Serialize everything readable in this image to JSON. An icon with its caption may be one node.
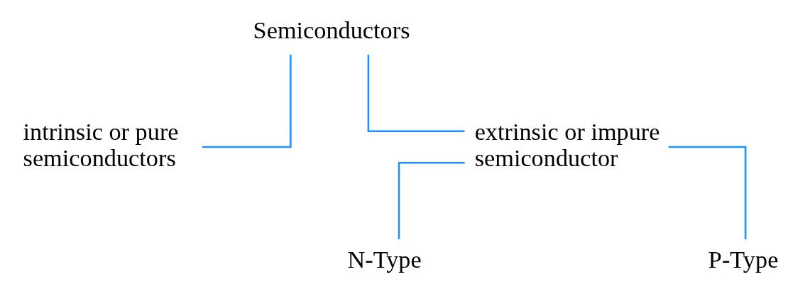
{
  "diagram": {
    "nodes": [
      {
        "text": [
          "Semiconductors"
        ]
      },
      {
        "text": [
          "intrinsic or pure semiconductors"
        ]
      },
      {
        "text": [
          "extrinsic or impure semiconductor"
        ]
      },
      {
        "text": [
          "N-Type"
        ]
      },
      {
        "text": [
          "P-Type"
        ]
      }
    ],
    "edges": [
      {
        "from": 0,
        "to": 1,
        "arrow": "none"
      },
      {
        "from": 0,
        "to": 2,
        "arrow": "none"
      },
      {
        "from": 2,
        "to": 3,
        "arrow": "none"
      },
      {
        "from": 2,
        "to": 4,
        "arrow": "none"
      }
    ]
  }
}
